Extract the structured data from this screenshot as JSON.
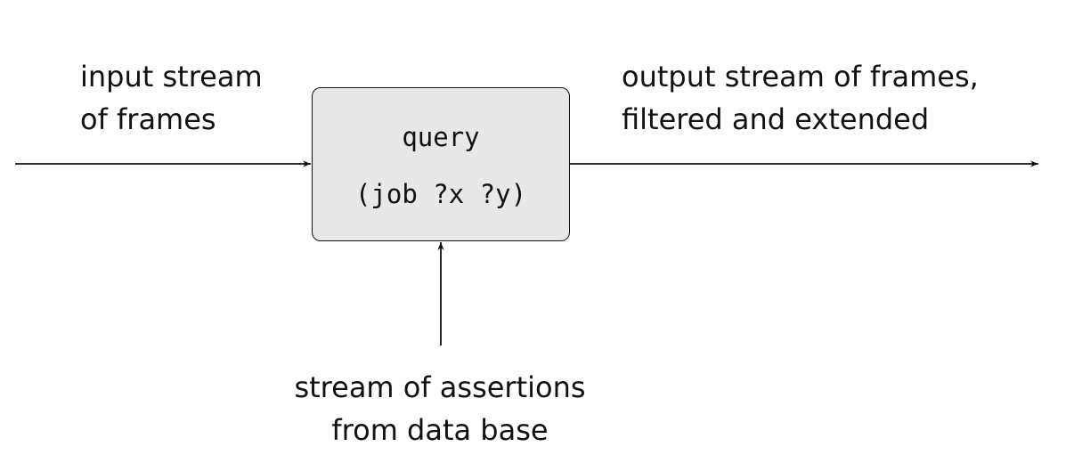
{
  "input_label": {
    "line1": "input stream",
    "line2": "of frames"
  },
  "output_label": {
    "line1": "output stream of frames,",
    "line2": "filtered and extended"
  },
  "query_box": {
    "keyword": "query",
    "pattern": "(job ?x ?y)",
    "fill_color": "#e8e8e8"
  },
  "database_label": {
    "line1": "stream of assertions",
    "line2": "from data base"
  },
  "line_color": "#111111"
}
